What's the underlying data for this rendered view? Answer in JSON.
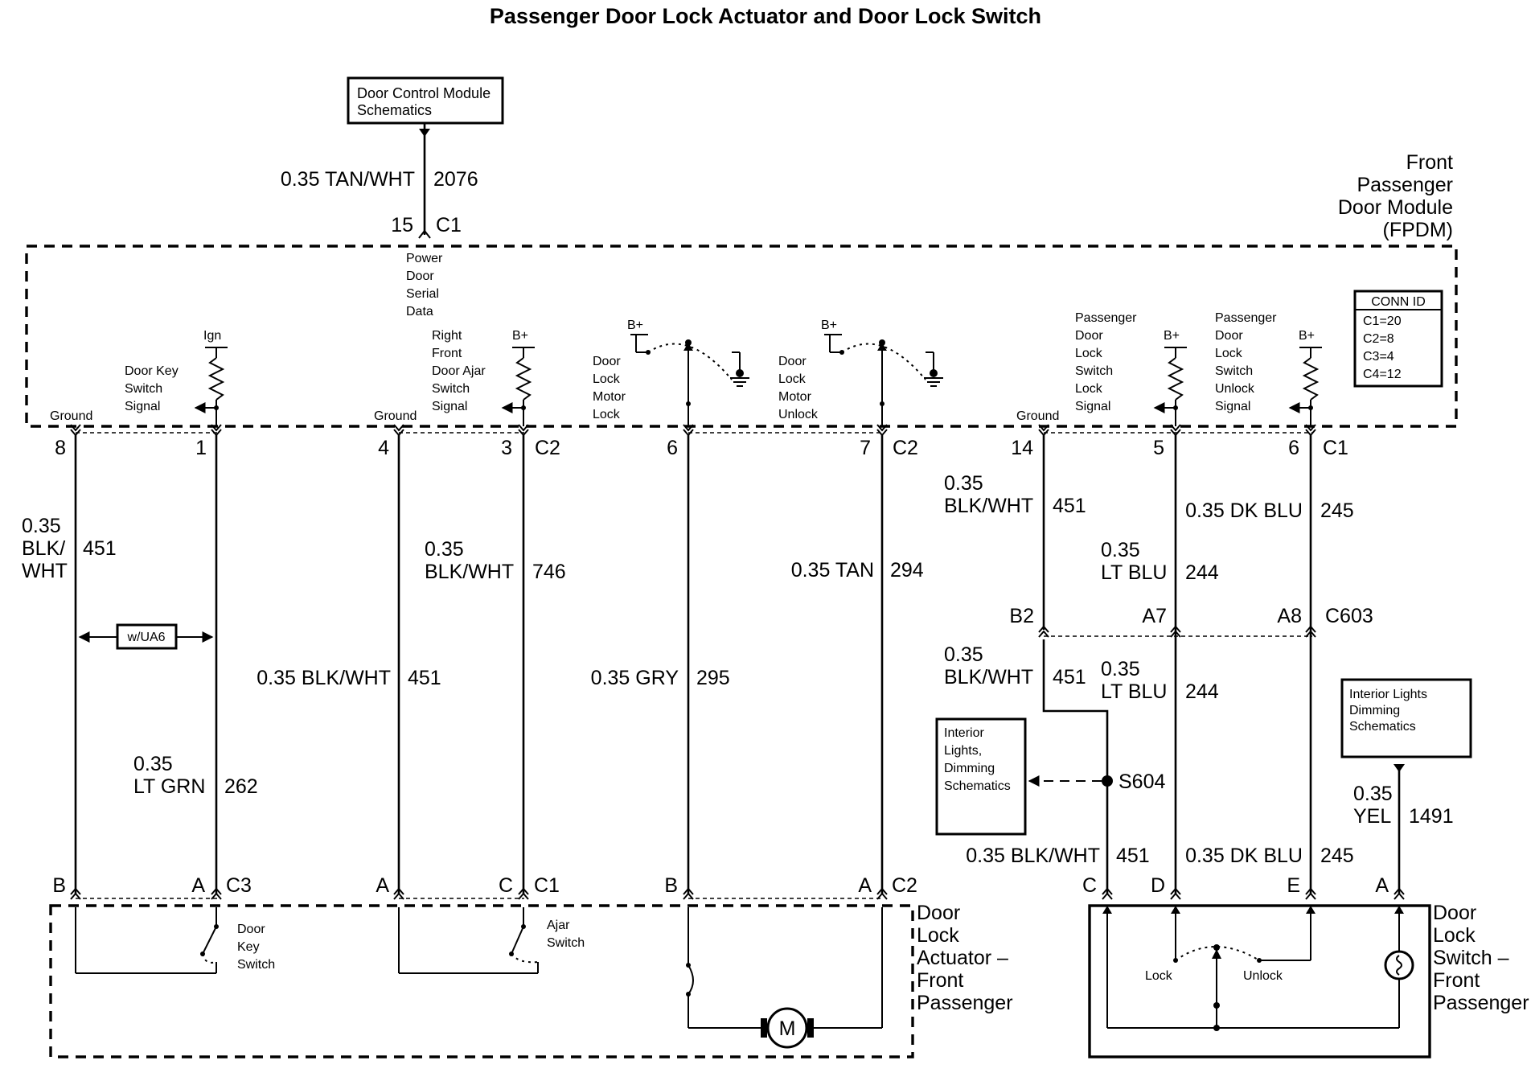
{
  "title": "Passenger Door Lock Actuator and Door Lock Switch",
  "refs": {
    "dcm": [
      "Door Control Module",
      "Schematics"
    ],
    "interior_left": [
      "Interior",
      "Lights,",
      "Dimming",
      "Schematics"
    ],
    "interior_right": [
      "Interior Lights",
      "Dimming",
      "Schematics"
    ]
  },
  "module": {
    "name": [
      "Front",
      "Passenger",
      "Door Module",
      "(FPDM)"
    ],
    "conn_id_title": "CONN ID",
    "conn_ids": [
      "C1=20",
      "C2=8",
      "C3=4",
      "C4=12"
    ],
    "power_serial": [
      "Power",
      "Door",
      "Serial",
      "Data"
    ],
    "door_key_signal": [
      "Door Key",
      "Switch",
      "Signal"
    ],
    "ajar_signal": [
      "Right",
      "Front",
      "Door Ajar",
      "Switch",
      "Signal"
    ],
    "motor_lock": [
      "Door",
      "Lock",
      "Motor",
      "Lock"
    ],
    "motor_unlock": [
      "Door",
      "Lock",
      "Motor",
      "Unlock"
    ],
    "pass_lock_signal": [
      "Passenger",
      "Door",
      "Lock",
      "Switch",
      "Lock",
      "Signal"
    ],
    "pass_unlock_signal": [
      "Passenger",
      "Door",
      "Lock",
      "Switch",
      "Unlock",
      "Signal"
    ],
    "ground": "Ground",
    "ign": "Ign",
    "bplus": "B+"
  },
  "wires": {
    "w2076": {
      "gauge_color": "0.35 TAN/WHT",
      "circuit": "2076"
    },
    "w451a": {
      "gauge": "0.35",
      "color_a": "BLK/",
      "color_b": "WHT",
      "circuit": "451"
    },
    "w262": {
      "gauge": "0.35",
      "color": "LT GRN",
      "circuit": "262"
    },
    "w451b": {
      "gauge_color": "0.35 BLK/WHT",
      "circuit": "451"
    },
    "w746": {
      "gauge": "0.35",
      "color": "BLK/WHT",
      "circuit": "746"
    },
    "w295": {
      "gauge_color": "0.35 GRY",
      "circuit": "295"
    },
    "w294": {
      "gauge_color": "0.35 TAN",
      "circuit": "294"
    },
    "w451c": {
      "gauge": "0.35",
      "color": "BLK/WHT",
      "circuit": "451"
    },
    "w451d": {
      "gauge": "0.35",
      "color": "BLK/WHT",
      "circuit": "451"
    },
    "w451e": {
      "gauge_color": "0.35 BLK/WHT",
      "circuit": "451"
    },
    "w244a": {
      "gauge": "0.35",
      "color": "LT BLU",
      "circuit": "244"
    },
    "w244b": {
      "gauge": "0.35",
      "color": "LT BLU",
      "circuit": "244"
    },
    "w245a": {
      "gauge_color": "0.35 DK BLU",
      "circuit": "245"
    },
    "w245b": {
      "gauge_color": "0.35 DK BLU",
      "circuit": "245"
    },
    "w1491": {
      "gauge": "0.35",
      "color": "YEL",
      "circuit": "1491"
    }
  },
  "option_label": "w/UA6",
  "splice": "S604",
  "connectors": {
    "c1": "C1",
    "c2": "C2",
    "c3": "C3",
    "c603": "C603",
    "pins": {
      "p15": "15",
      "p8": "8",
      "p1": "1",
      "p4": "4",
      "p3": "3",
      "p6": "6",
      "p7": "7",
      "p14": "14",
      "p5": "5",
      "p6b": "6",
      "b2": "B2",
      "a7": "A7",
      "a8": "A8",
      "act_b1": "B",
      "act_a1": "A",
      "act_a2": "A",
      "act_c": "C",
      "act_b2": "B",
      "act_a3": "A",
      "sw_c": "C",
      "sw_d": "D",
      "sw_e": "E",
      "sw_a": "A"
    }
  },
  "actuator": {
    "name": [
      "Door",
      "Lock",
      "Actuator –",
      "Front",
      "Passenger"
    ],
    "key_switch": [
      "Door",
      "Key",
      "Switch"
    ],
    "ajar_switch": [
      "Ajar",
      "Switch"
    ],
    "motor": "M"
  },
  "switch": {
    "name": [
      "Door",
      "Lock",
      "Switch –",
      "Front",
      "Passenger"
    ],
    "lock": "Lock",
    "unlock": "Unlock"
  }
}
